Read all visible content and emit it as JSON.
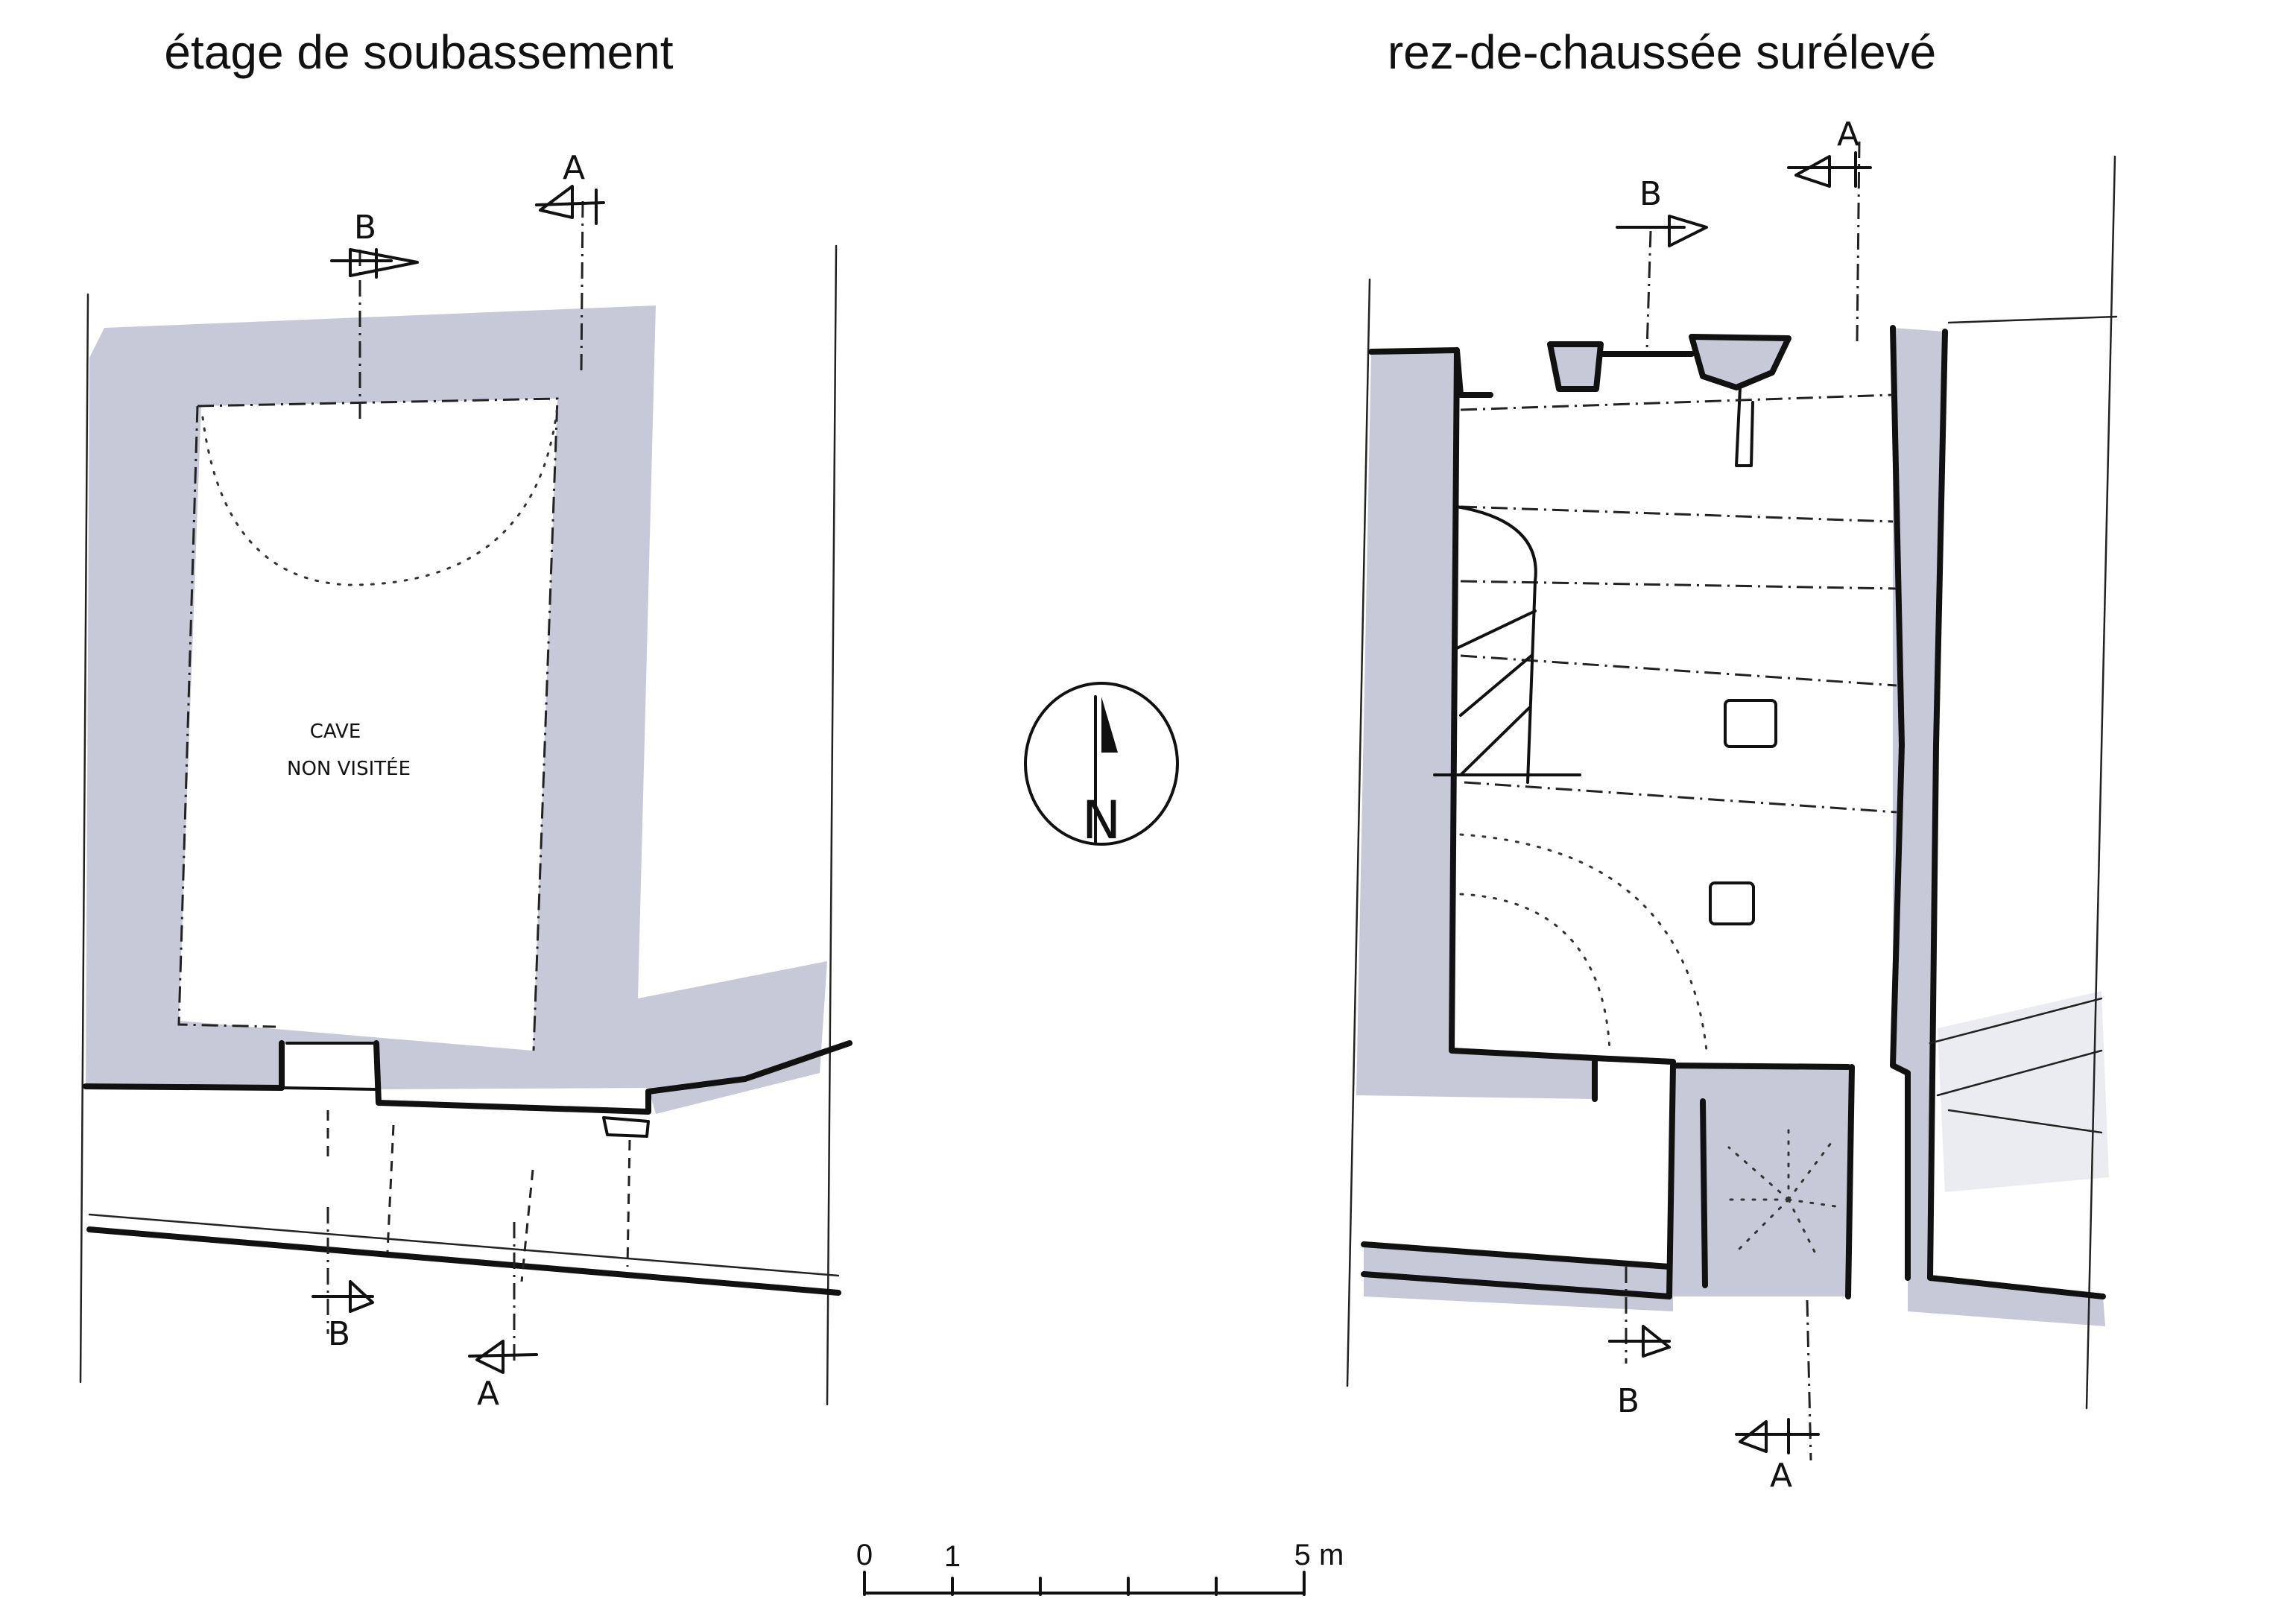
{
  "plans": [
    {
      "title": "étage de soubassement",
      "room_label_line1": "CAVE",
      "room_label_line2": "NON VISITÉE",
      "section_marks": [
        "B",
        "A",
        "B",
        "A"
      ]
    },
    {
      "title": "rez-de-chaussée surélevé",
      "section_marks": [
        "B",
        "A",
        "B",
        "A"
      ]
    }
  ],
  "north_arrow": {
    "label": "N"
  },
  "scale_bar": {
    "labels": [
      "0",
      "1",
      "5 m"
    ]
  },
  "colors": {
    "wall_fill": "#c7c9d8",
    "ink": "#111111",
    "paper": "#ffffff"
  }
}
